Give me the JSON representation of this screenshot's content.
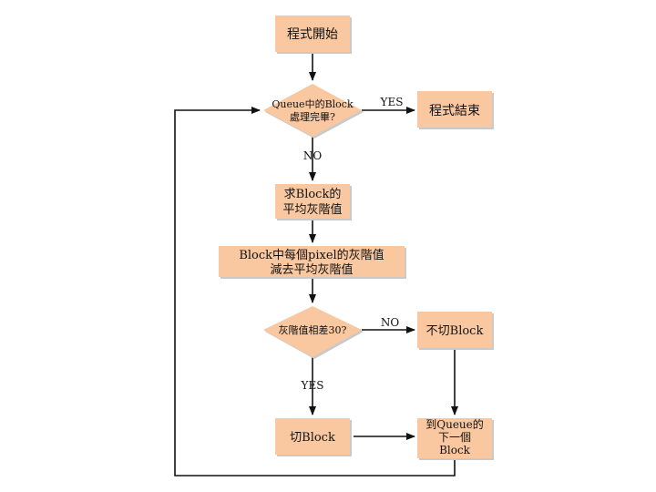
{
  "diagram": {
    "colors": {
      "node_fill": "#f9c8a0",
      "line": "#111111",
      "background": "#ffffff"
    },
    "nodes": {
      "start": {
        "lines": [
          "程式開始"
        ]
      },
      "check_queue": {
        "lines": [
          "Queue中的Block",
          "處理完畢?"
        ]
      },
      "end": {
        "lines": [
          "程式結束"
        ]
      },
      "avg_gray": {
        "lines": [
          "求Block的",
          "平均灰階值"
        ]
      },
      "subtract": {
        "lines": [
          "Block中每個pixel的灰階值",
          "減去平均灰階值"
        ]
      },
      "check_threshold": {
        "lines": [
          "灰階值相差30?"
        ]
      },
      "no_cut": {
        "lines": [
          "不切Block"
        ]
      },
      "cut": {
        "lines": [
          "切Block"
        ]
      },
      "next_block": {
        "lines": [
          "到Queue的",
          "下一個",
          "Block"
        ]
      }
    },
    "edge_labels": {
      "yes_to_end": "YES",
      "no_to_avg": "NO",
      "no_to_nocut": "NO",
      "yes_to_cut": "YES"
    }
  }
}
